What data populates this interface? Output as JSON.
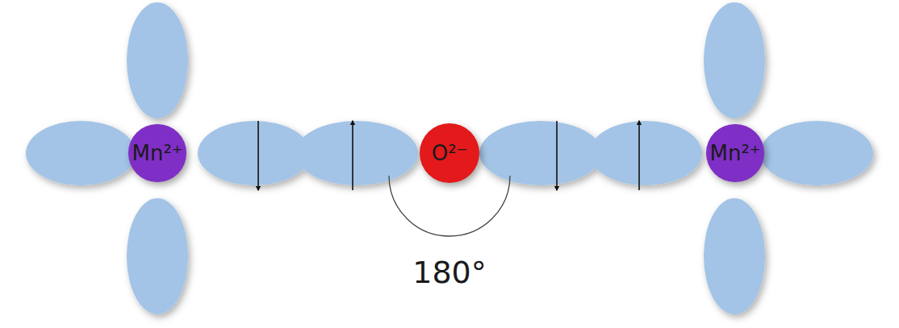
{
  "diagram": {
    "nodes": [
      {
        "text": [
          "Mn²⁺"
        ]
      },
      {
        "text": [
          "O²⁻"
        ]
      },
      {
        "text": [
          "Mn²⁺"
        ]
      }
    ],
    "labels": [
      "180°"
    ]
  }
}
